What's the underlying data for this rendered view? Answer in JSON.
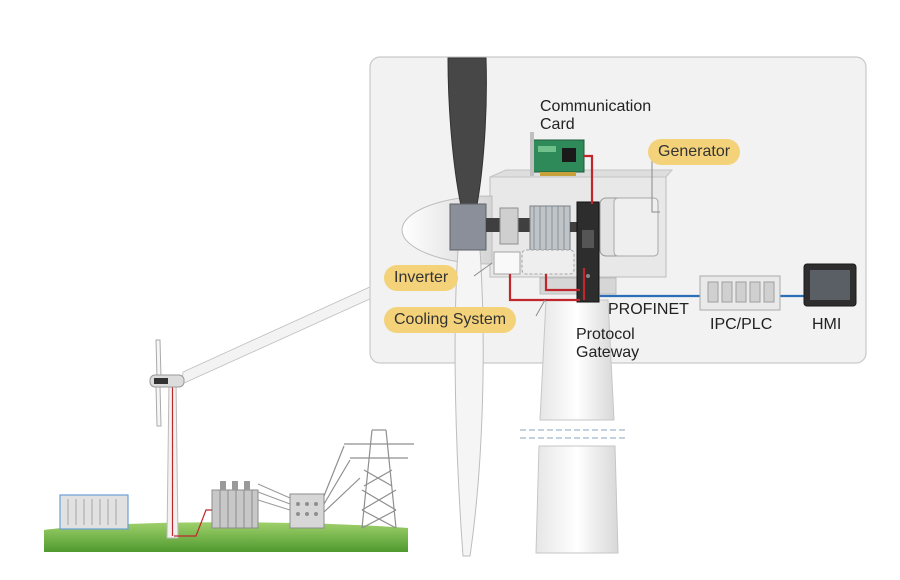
{
  "labels": {
    "communication_card": [
      "Communication",
      "Card"
    ],
    "generator": "Generator",
    "inverter": "Inverter",
    "cooling_system": "Cooling System",
    "profinet": "PROFINET",
    "protocol_gateway": [
      "Protocol",
      "Gateway"
    ],
    "ipc_plc": "IPC/PLC",
    "hmi": "HMI"
  },
  "colors": {
    "label_pill": "#f3d27a",
    "signal_wire": "#c0272d",
    "network_wire": "#2d6fb7",
    "ground": "#6fb43f",
    "blade_dark": "#4a4a4a",
    "panel_bg": "#f2f2f2"
  }
}
